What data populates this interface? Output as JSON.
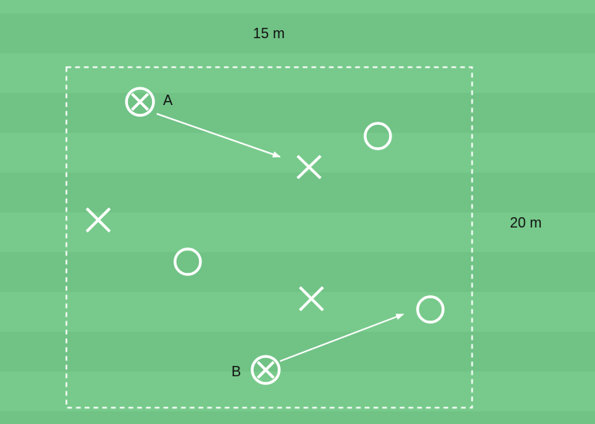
{
  "colors": {
    "grass_light": "#77ca8b",
    "grass_dark": "#70c285",
    "marks": "#ffffff",
    "text": "#111111"
  },
  "dimensions": {
    "width_label": "15 m",
    "height_label": "20 m"
  },
  "players": [
    {
      "label": "A",
      "icon": "circle-cross-icon"
    },
    {
      "label": "B",
      "icon": "circle-cross-icon"
    }
  ],
  "markers": {
    "circles": 3,
    "crosses": 3
  }
}
